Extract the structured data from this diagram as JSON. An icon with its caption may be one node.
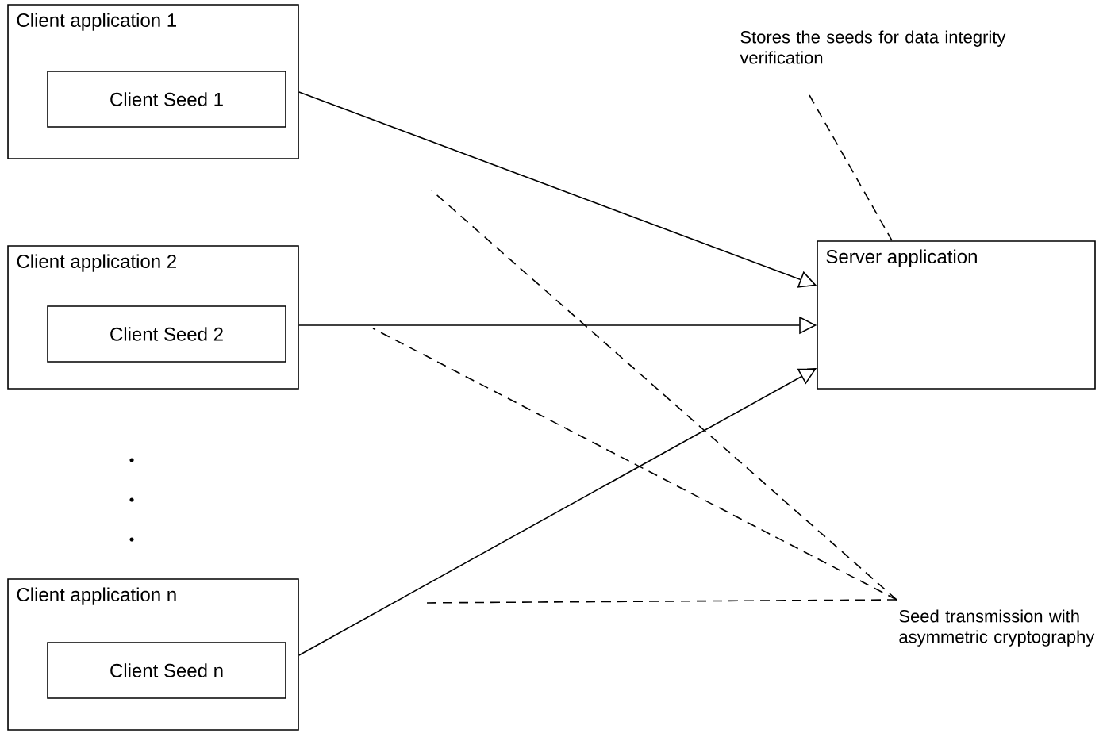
{
  "diagram": {
    "nodes": [
      {
        "text": [
          "Client application 1"
        ]
      },
      {
        "text": [
          "Client Seed 1"
        ],
        "in": 0
      },
      {
        "text": [
          "Client application 2"
        ]
      },
      {
        "text": [
          "Client Seed 2"
        ],
        "in": 2
      },
      {
        "text": [
          "Client application n"
        ]
      },
      {
        "text": [
          "Client Seed n"
        ],
        "in": 4
      },
      {
        "text": [
          "Server application"
        ]
      },
      {
        "text": [
          "Stores the seeds for data integrity verification"
        ]
      },
      {
        "text": [
          "Seed transmission with asymmetric cryptography"
        ]
      }
    ],
    "edges": [
      {
        "from": 0,
        "to": 6,
        "arrow": "to"
      },
      {
        "from": 2,
        "to": 6,
        "arrow": "to"
      },
      {
        "from": 4,
        "to": 6,
        "arrow": "to"
      },
      {
        "from": 7,
        "to": 6,
        "arrow": "none",
        "style": "dashed"
      },
      {
        "from": 8,
        "to": null,
        "arrow": "none",
        "style": "dashed"
      },
      {
        "from": 8,
        "to": null,
        "arrow": "none",
        "style": "dashed"
      },
      {
        "from": 8,
        "to": null,
        "arrow": "none",
        "style": "dashed"
      }
    ]
  }
}
